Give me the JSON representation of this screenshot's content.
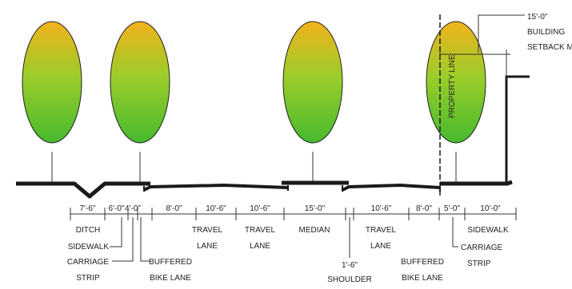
{
  "colors": {
    "tree_top": "#f2b21c",
    "tree_mid": "#9ccd2a",
    "tree_bottom": "#46ba2e",
    "ground": "#1a1a1a",
    "line": "#333333"
  },
  "setback": {
    "dimension": "15'-0\"",
    "line1": "BUILDING",
    "line2": "SETBACK MIN"
  },
  "property_line_label": "PROPERTY LINE",
  "segments": [
    {
      "dimension": "7'-6\""
    },
    {
      "dimension": "6'-0\""
    },
    {
      "dimension": "4'-0\""
    },
    {
      "dimension": "8'-0\""
    },
    {
      "dimension": "10'-6\""
    },
    {
      "dimension": "10'-6\""
    },
    {
      "dimension": "15'-0\""
    },
    {
      "dimension": ""
    },
    {
      "dimension": "10'-6\""
    },
    {
      "dimension": "8'-0\""
    },
    {
      "dimension": "5'-0\""
    },
    {
      "dimension": "10'-0\""
    }
  ],
  "labels": {
    "ditch": "DITCH",
    "sidewalk_left": "SIDEWALK",
    "carriage_left_1": "CARRIAGE",
    "carriage_left_2": "STRIP",
    "buffered_left_1": "BUFFERED",
    "buffered_left_2": "BIKE LANE",
    "travel_1a": "TRAVEL",
    "travel_1b": "LANE",
    "travel_2a": "TRAVEL",
    "travel_2b": "LANE",
    "median": "MEDIAN",
    "shoulder_dim": "1'-6\"",
    "shoulder": "SHOULDER",
    "travel_3a": "TRAVEL",
    "travel_3b": "LANE",
    "buffered_right_1": "BUFFERED",
    "buffered_right_2": "BIKE LANE",
    "sidewalk_right": "SIDEWALK",
    "carriage_right_1": "CARRIAGE",
    "carriage_right_2": "STRIP"
  }
}
